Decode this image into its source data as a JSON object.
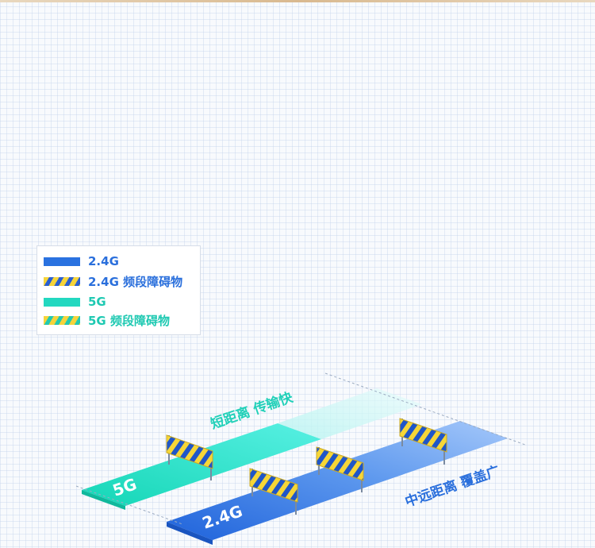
{
  "legend": {
    "items": [
      {
        "label": "2.4G",
        "swatch": "band-2.4g",
        "color": "#2a6fdc"
      },
      {
        "label": "2.4G 频段障碍物",
        "swatch": "obstacle-2.4g",
        "color": "#2a6fdc"
      },
      {
        "label": "5G",
        "swatch": "band-5g",
        "color": "#1ec9b2"
      },
      {
        "label": "5G 频段障碍物",
        "swatch": "obstacle-5g",
        "color": "#1ec9b2"
      }
    ]
  },
  "diagram": {
    "band_5g": {
      "label": "5G",
      "caption": "短距离 传输快",
      "color": "#23d8c0"
    },
    "band_24g": {
      "label": "2.4G",
      "caption": "中远距离 覆盖广",
      "color": "#2a72e0"
    }
  },
  "colors": {
    "accent_blue": "#2a6fdc",
    "accent_teal": "#1ec9b2",
    "stripe_yellow": "#f5d43a"
  }
}
